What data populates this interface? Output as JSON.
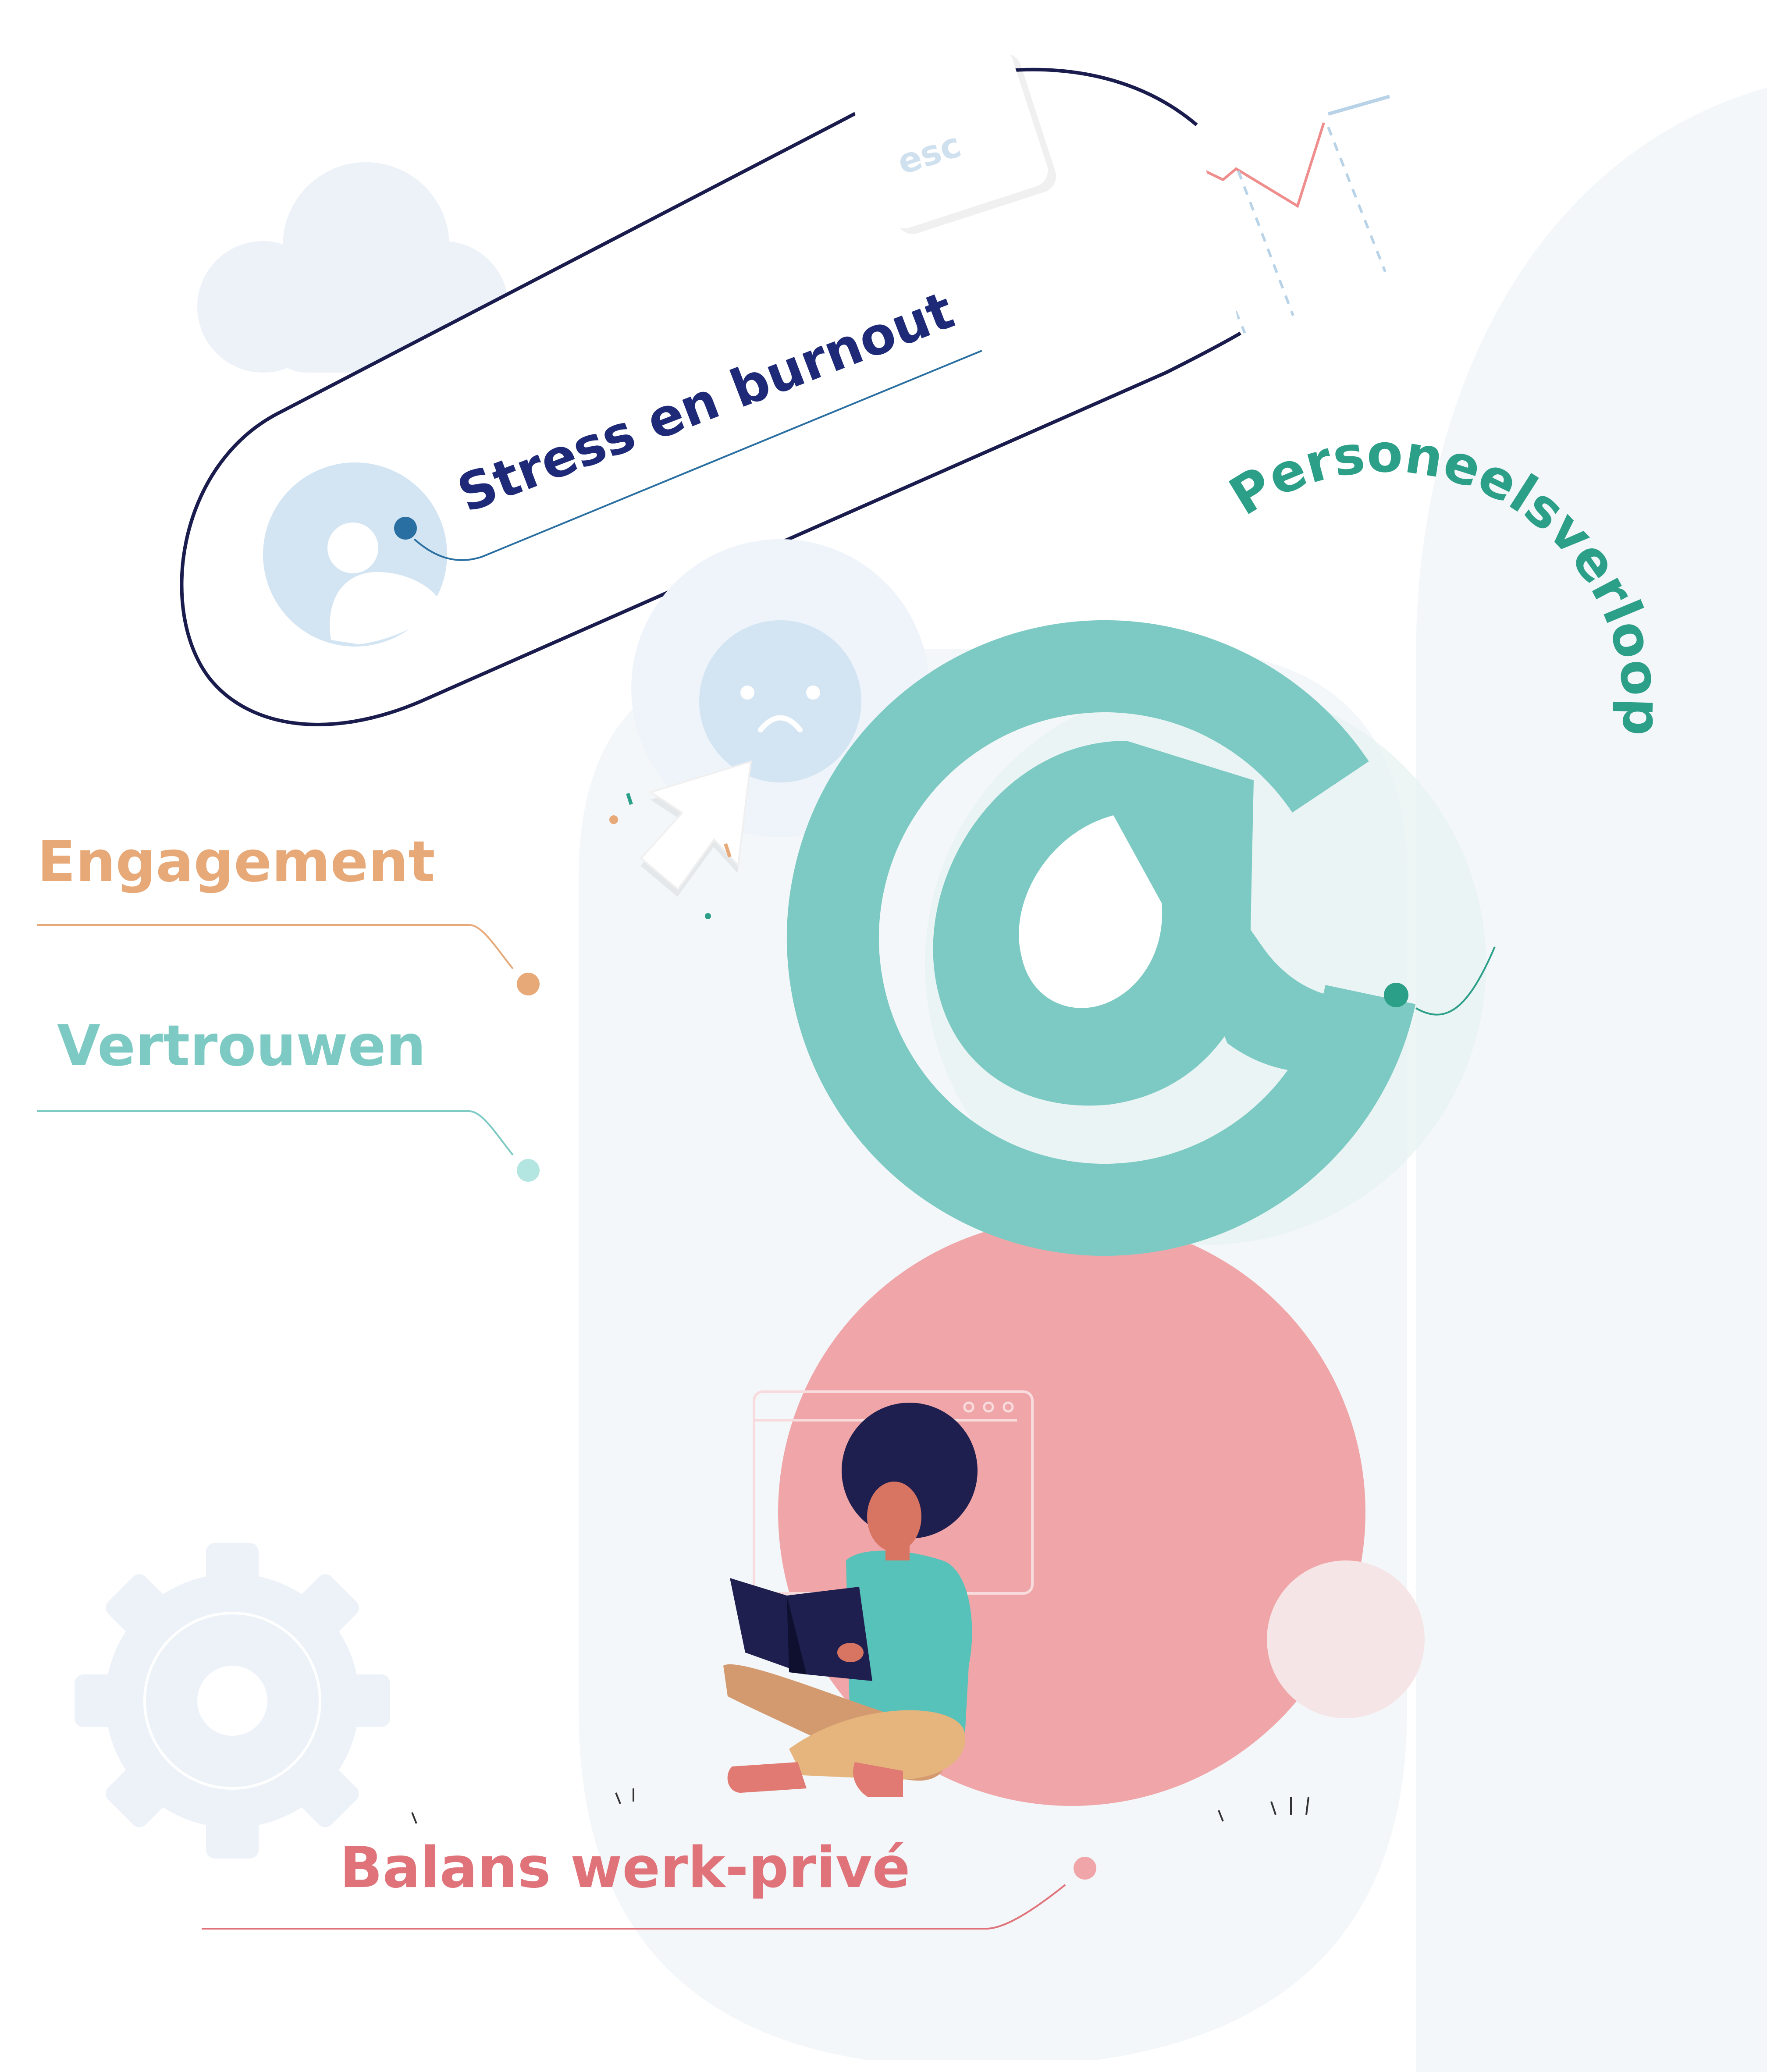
{
  "labels": {
    "stress": "Stress en burnout",
    "turnover": "Personeelsverloop",
    "engagement": "Engagement",
    "trust": "Vertrouwen",
    "balance": "Balans werk-privé",
    "esc_key": "esc"
  },
  "colors": {
    "navy": "#1e2a78",
    "outline": "#1a1c4e",
    "teal": "#7ccac3",
    "teal_dark": "#2c9f88",
    "orange": "#e8a978",
    "pink": "#f0a6a8",
    "pink_text": "#e0737a",
    "pale_blue": "#d3e4f3",
    "bg_shape": "#f4f8fa"
  },
  "icons": [
    "cloud-icon",
    "user-icon",
    "sad-face-icon",
    "cursor-arrow-icon",
    "at-sign-icon",
    "gear-icon",
    "browser-window-icon",
    "trend-line-icon",
    "esc-key-icon"
  ]
}
